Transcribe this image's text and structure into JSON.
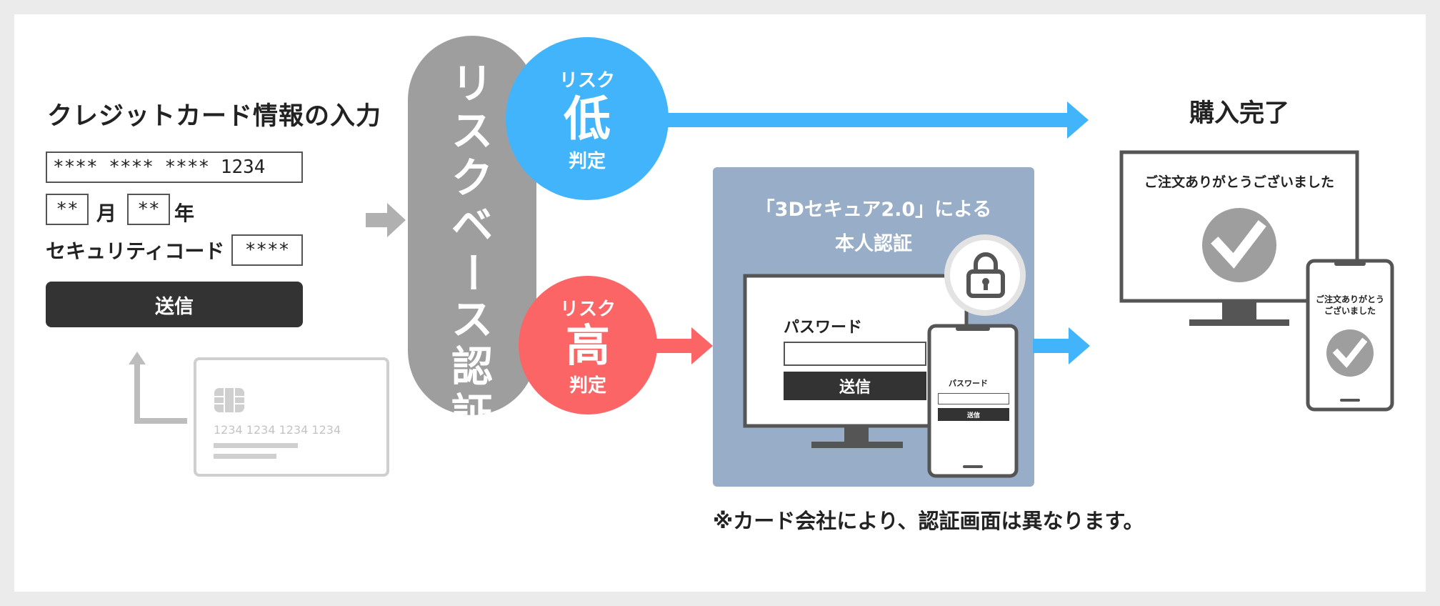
{
  "form": {
    "title": "クレジットカード情報の入力",
    "card_number": "**** **** **** 1234",
    "month_value": "**",
    "month_label": "月",
    "year_value": "**",
    "year_label": "年",
    "security_label": "セキュリティコード",
    "security_value": "****",
    "submit_label": "送信"
  },
  "card": {
    "number": "1234 1234 1234 1234"
  },
  "risk": {
    "title": "リスクベース認証",
    "low": {
      "top": "リスク",
      "level": "低",
      "bottom": "判定"
    },
    "high": {
      "top": "リスク",
      "level": "高",
      "bottom": "判定"
    }
  },
  "secure": {
    "title_line1": "「3Dセキュア2.0」による",
    "title_line2": "本人認証",
    "password_label": "パスワード",
    "submit_label": "送信",
    "phone_password_label": "パスワード",
    "phone_submit_label": "送信"
  },
  "note": "※カード会社により、認証画面は異なります。",
  "complete": {
    "title": "購入完了",
    "monitor_message": "ご注文ありがとうございました",
    "phone_message_line1": "ご注文ありがとう",
    "phone_message_line2": "ございました"
  },
  "colors": {
    "low": "#42b4fc",
    "high": "#fc6565",
    "gray": "#9e9e9e",
    "box": "#97adc8",
    "dark": "#333333"
  }
}
